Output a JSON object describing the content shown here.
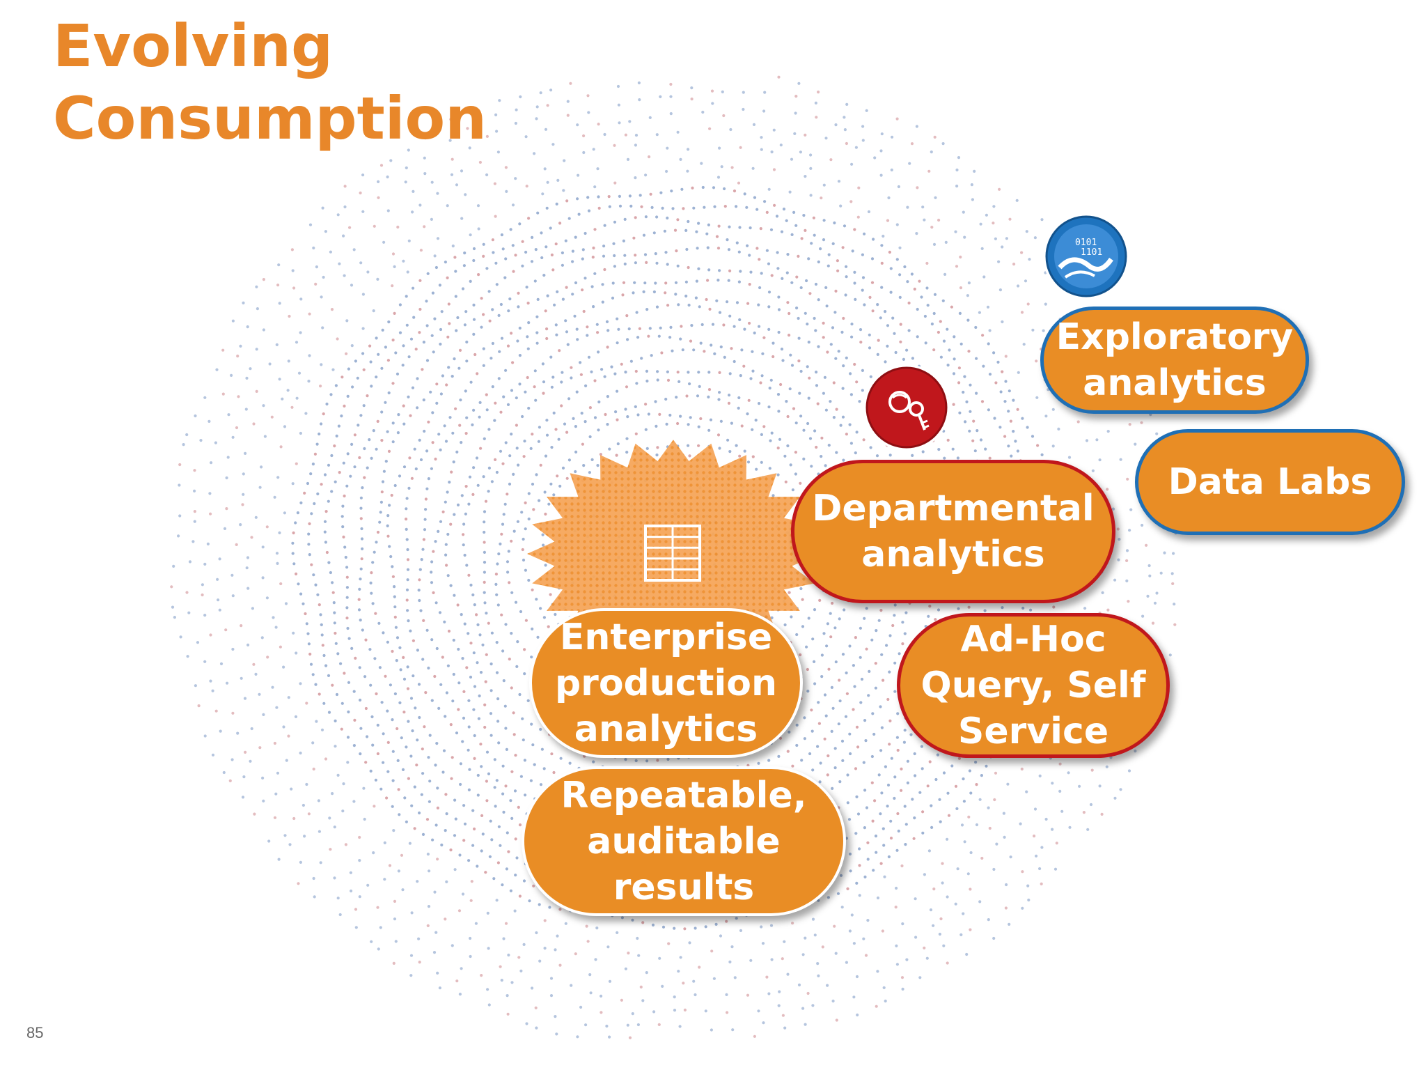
{
  "slide": {
    "title_line1": "Evolving",
    "title_line2": "Consumption",
    "page_number": "85"
  },
  "nodes": {
    "enterprise": {
      "lines": [
        "Enterprise",
        "production",
        "analytics"
      ]
    },
    "repeatable": {
      "lines": [
        "Repeatable,",
        "auditable",
        "results"
      ]
    },
    "departmental": {
      "lines": [
        "Departmental",
        "analytics"
      ]
    },
    "adhoc": {
      "lines": [
        "Ad-Hoc",
        "Query, Self",
        "Service"
      ]
    },
    "exploratory": {
      "lines": [
        "Exploratory",
        "analytics"
      ]
    },
    "datalabs": {
      "lines": [
        "Data Labs"
      ]
    }
  },
  "icons": {
    "center": "database-table-icon",
    "departmental": "key-and-brain-icon",
    "exploratory": "data-wave-icon"
  },
  "colors": {
    "accent_orange": "#E98D25",
    "title_orange": "#E8872A",
    "red": "#C0171C",
    "blue": "#1F6FB5"
  }
}
